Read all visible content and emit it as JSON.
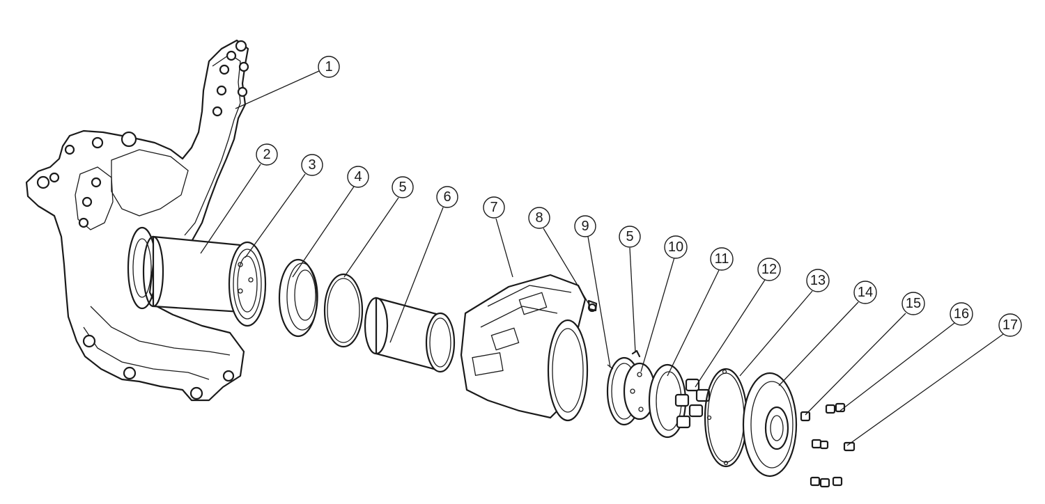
{
  "diagram": {
    "balloons": [
      {
        "id": "b1",
        "label": "1"
      },
      {
        "id": "b2",
        "label": "2"
      },
      {
        "id": "b3",
        "label": "3"
      },
      {
        "id": "b4",
        "label": "4"
      },
      {
        "id": "b5a",
        "label": "5"
      },
      {
        "id": "b6",
        "label": "6"
      },
      {
        "id": "b7",
        "label": "7"
      },
      {
        "id": "b8",
        "label": "8"
      },
      {
        "id": "b9",
        "label": "9"
      },
      {
        "id": "b5b",
        "label": "5"
      },
      {
        "id": "b10",
        "label": "10"
      },
      {
        "id": "b11",
        "label": "11"
      },
      {
        "id": "b12",
        "label": "12"
      },
      {
        "id": "b13",
        "label": "13"
      },
      {
        "id": "b14",
        "label": "14"
      },
      {
        "id": "b15",
        "label": "15"
      },
      {
        "id": "b16",
        "label": "16"
      },
      {
        "id": "b17",
        "label": "17"
      }
    ]
  }
}
